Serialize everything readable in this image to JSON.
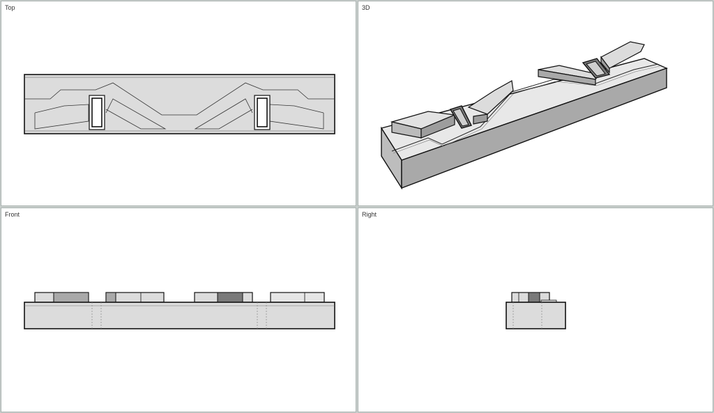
{
  "viewports": {
    "top": {
      "label": "Top"
    },
    "persp": {
      "label": "3D"
    },
    "front": {
      "label": "Front"
    },
    "right": {
      "label": "Right"
    }
  },
  "colors": {
    "background": "#c9cfcd",
    "viewport": "#ffffff",
    "edge": "#111111",
    "fill_light": "#dcdcdc",
    "fill_mid": "#a9a9a9",
    "fill_dark": "#7a7a7a"
  }
}
